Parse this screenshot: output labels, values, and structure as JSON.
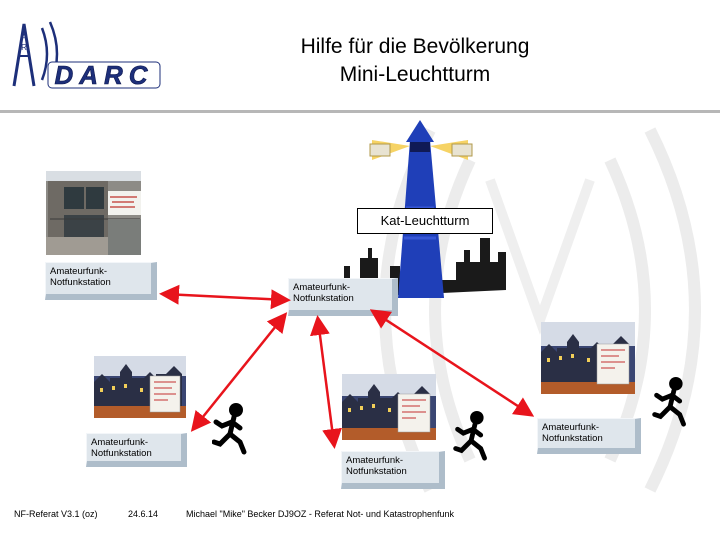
{
  "header": {
    "logo_text": "DARC",
    "title_line1": "Hilfe für die Bevölkerung",
    "title_line2": "Mini-Leuchtturm"
  },
  "diagram": {
    "lighthouse_label": "Kat-Leuchtturm",
    "station_label": "Amateurfunk-Notfunkstation",
    "stations": [
      {
        "line1": "Amateurfunk-",
        "line2": "Notfunkstation"
      },
      {
        "line1": "Amateurfunk-",
        "line2": "Notfunkstation"
      },
      {
        "line1": "Amateurfunk-",
        "line2": "Notfunkstation"
      },
      {
        "line1": "Amateurfunk-",
        "line2": "Notfunkstation"
      },
      {
        "line1": "Amateurfunk-",
        "line2": "Notfunkstation"
      }
    ],
    "arrow_color": "#e8141c",
    "runner_color": "#000000"
  },
  "footer": {
    "left": "NF-Referat V3.1 (oz)",
    "date": "24.6.14",
    "author": "Michael \"Mike\" Becker DJ9OZ -  Referat Not- und Katastrophenfunk"
  }
}
